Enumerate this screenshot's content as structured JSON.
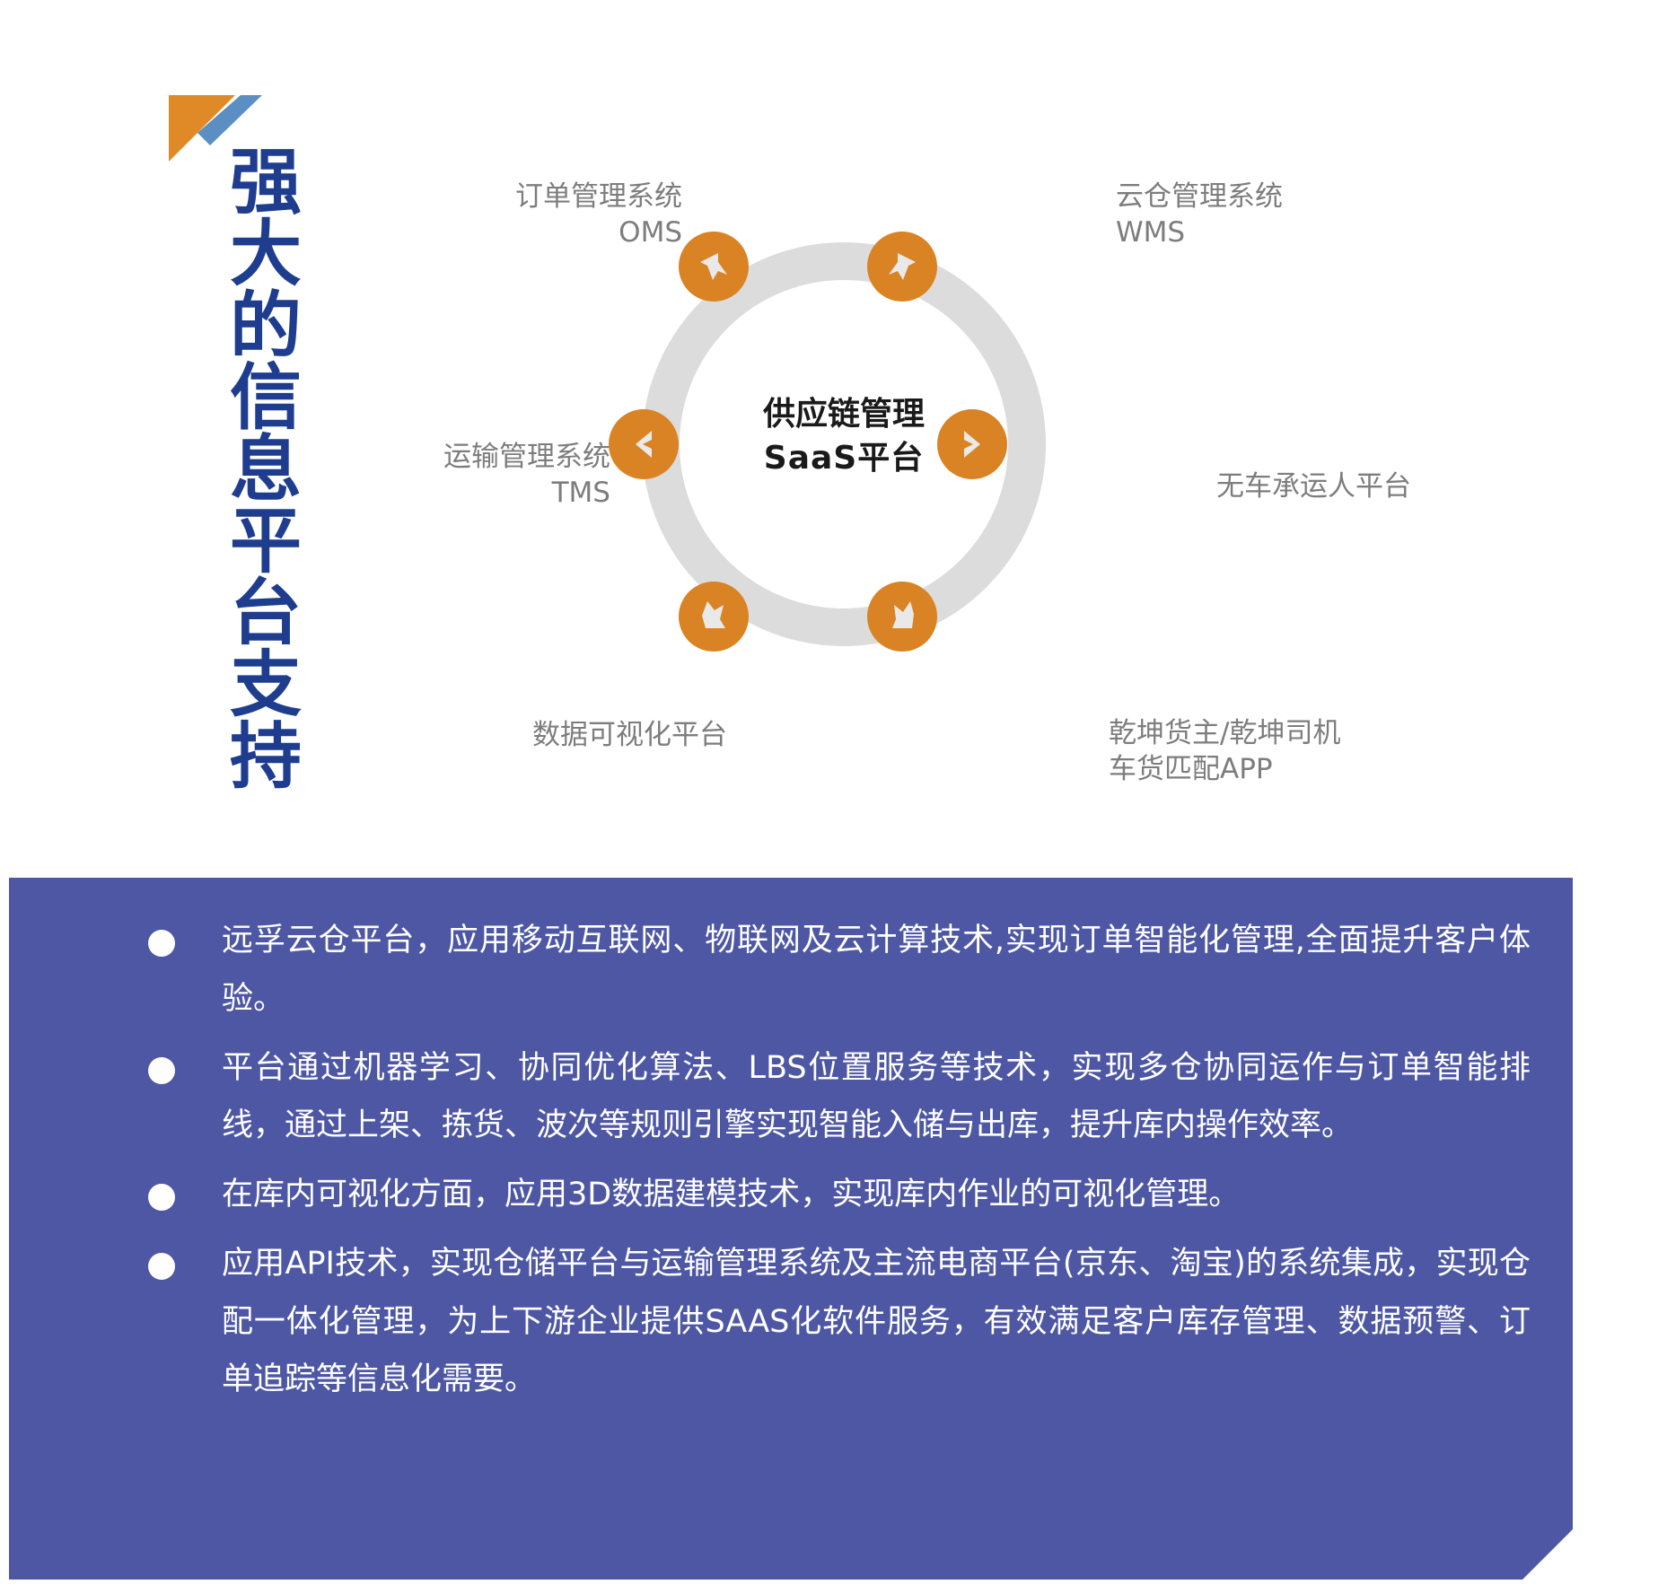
{
  "theme": {
    "brand_blue": "#1f3d8f",
    "panel_blue": "#4e57a4",
    "accent_orange": "#d98324",
    "ring_gray": "#dcdcdc",
    "label_gray": "#7d7d7d"
  },
  "logo": {
    "name": "triangle-logo",
    "orange": "#e08a27",
    "blue": "#5b8fc4"
  },
  "title": {
    "vertical_text": "强大的信息平台支持"
  },
  "diagram": {
    "center": {
      "line1": "供应链管理",
      "line2": "SaaS平台"
    },
    "nodes": [
      {
        "id": "oms",
        "icon": "arrow-up-left-icon",
        "label_main": "订单管理系统",
        "label_sub": "OMS"
      },
      {
        "id": "wms",
        "icon": "arrow-up-right-icon",
        "label_main": "云仓管理系统",
        "label_sub": "WMS"
      },
      {
        "id": "tms",
        "icon": "chevron-left-icon",
        "label_main": "运输管理系统",
        "label_sub": "TMS"
      },
      {
        "id": "ncyp",
        "icon": "chevron-right-icon",
        "label_main": "无车承运人平台",
        "label_sub": ""
      },
      {
        "id": "dv",
        "icon": "arrow-down-left-icon",
        "label_main": "数据可视化平台",
        "label_sub": ""
      },
      {
        "id": "app",
        "icon": "arrow-down-right-icon",
        "label_main": "乾坤货主/乾坤司机",
        "label_sub": "车货匹配APP"
      }
    ]
  },
  "panel": {
    "bullets": [
      "远孚云仓平台，应用移动互联网、物联网及云计算技术,实现订单智能化管理,全面提升客户体验。",
      "平台通过机器学习、协同优化算法、LBS位置服务等技术，实现多仓协同运作与订单智能排线，通过上架、拣货、波次等规则引擎实现智能入储与出库，提升库内操作效率。",
      "在库内可视化方面，应用3D数据建模技术，实现库内作业的可视化管理。",
      "应用API技术，实现仓储平台与运输管理系统及主流电商平台(京东、淘宝)的系统集成，实现仓配一体化管理，为上下游企业提供SAAS化软件服务，有效满足客户库存管理、数据预警、订单追踪等信息化需要。"
    ]
  }
}
